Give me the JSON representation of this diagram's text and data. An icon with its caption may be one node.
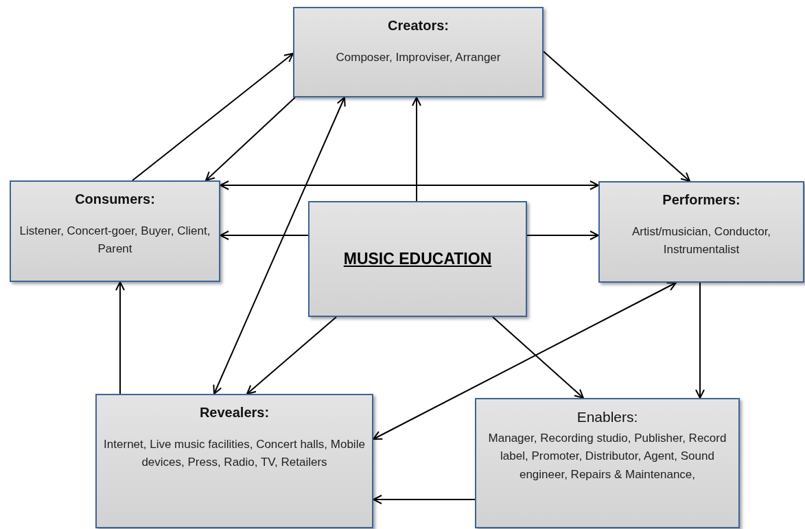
{
  "diagram": {
    "nodes": [
      {
        "text": [
          "Creators:",
          "Composer, Improviser, Arranger"
        ]
      },
      {
        "text": [
          "Consumers:",
          "Listener, Concert-goer, Buyer, Client, Parent"
        ]
      },
      {
        "text": [
          "MUSIC EDUCATION"
        ]
      },
      {
        "text": [
          "Performers:",
          "Artist/musician, Conductor, Instrumentalist"
        ]
      },
      {
        "text": [
          "Revealers:",
          "Internet, Live music facilities, Concert halls, Mobile devices, Press, Radio, TV, Retailers"
        ]
      },
      {
        "text": [
          "Enablers:",
          "Manager, Recording studio, Publisher, Record label, Promoter, Distributor, Agent, Sound engineer, Repairs & Maintenance,"
        ]
      }
    ],
    "edges": [
      {
        "from": 1,
        "to": 0,
        "arrow": "to"
      },
      {
        "from": 0,
        "to": 1,
        "arrow": "to"
      },
      {
        "from": 1,
        "to": 3,
        "arrow": "both"
      },
      {
        "from": 2,
        "to": 1,
        "arrow": "to"
      },
      {
        "from": 2,
        "to": 3,
        "arrow": "to"
      },
      {
        "from": 2,
        "to": 0,
        "arrow": "to"
      },
      {
        "from": 0,
        "to": 3,
        "arrow": "to"
      },
      {
        "from": 4,
        "to": 0,
        "arrow": "both"
      },
      {
        "from": 2,
        "to": 4,
        "arrow": "to"
      },
      {
        "from": 2,
        "to": 5,
        "arrow": "to"
      },
      {
        "from": 4,
        "to": 1,
        "arrow": "to"
      },
      {
        "from": 3,
        "to": 4,
        "arrow": "both"
      },
      {
        "from": 3,
        "to": 5,
        "arrow": "to"
      },
      {
        "from": 5,
        "to": 4,
        "arrow": "to"
      }
    ]
  }
}
